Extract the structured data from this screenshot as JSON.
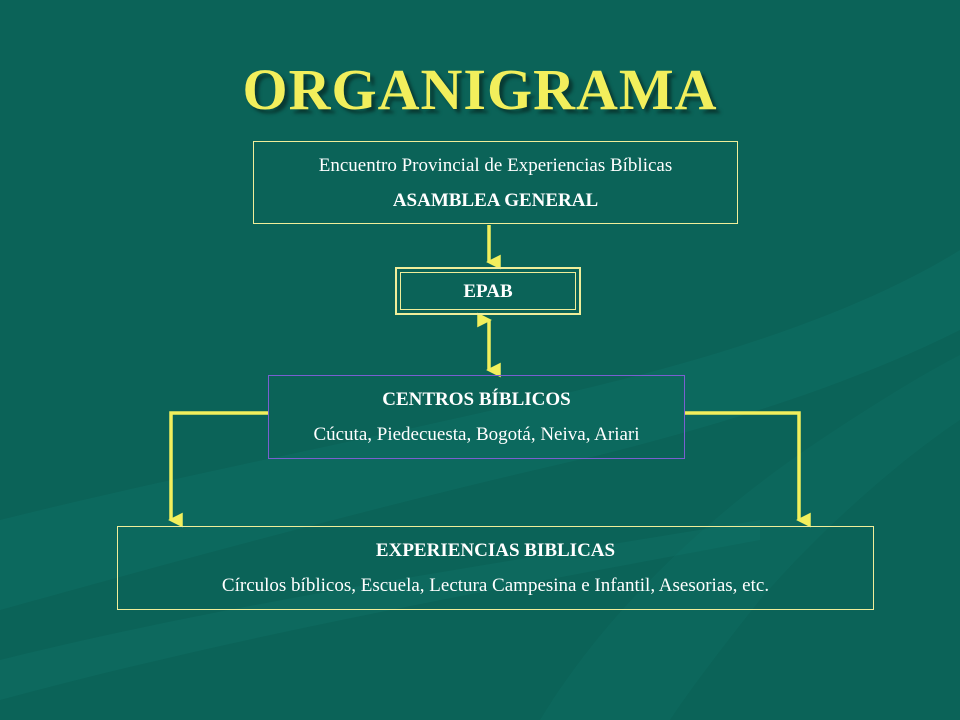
{
  "title": "ORGANIGRAMA",
  "nodes": {
    "asamblea": {
      "line1": "Encuentro Provincial de Experiencias Bíblicas",
      "line2": "ASAMBLEA GENERAL"
    },
    "epab": {
      "label": "EPAB"
    },
    "centros": {
      "line1": "CENTROS BÍBLICOS",
      "line2": "Cúcuta, Piedecuesta, Bogotá, Neiva, Ariari"
    },
    "experiencias": {
      "line1": "EXPERIENCIAS BIBLICAS",
      "line2": "Círculos bíblicos, Escuela, Lectura Campesina e Infantil, Asesorias, etc."
    }
  },
  "colors": {
    "background": "#0b6358",
    "title": "#f2ef5c",
    "connector": "#f2ef5c",
    "text": "#ffffff",
    "box_border": "#f0ee9a",
    "centros_border": "#7a5fd0"
  }
}
